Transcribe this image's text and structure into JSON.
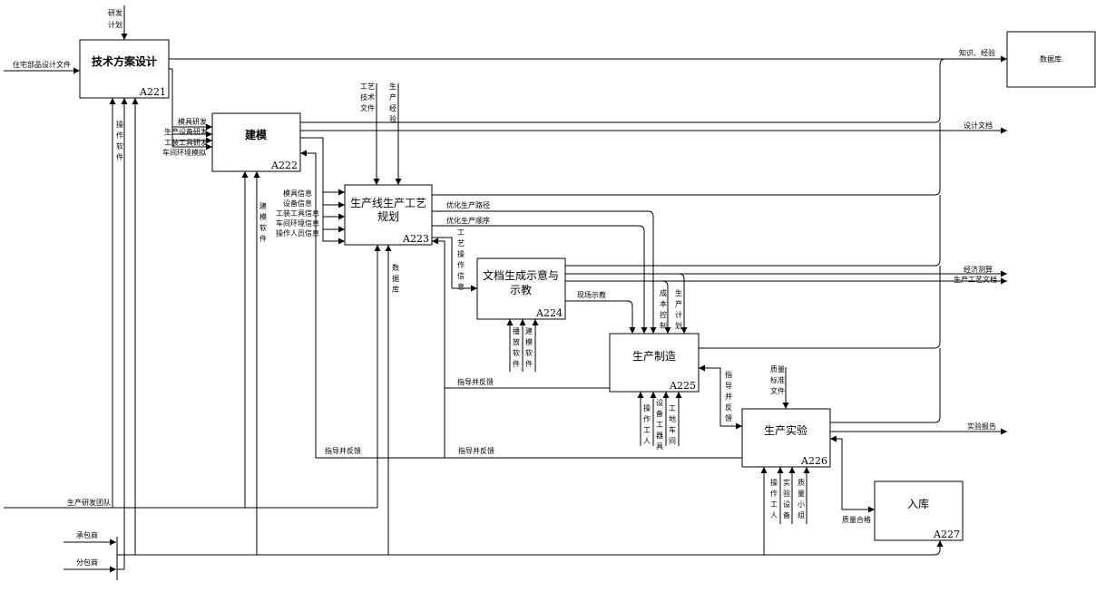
{
  "boxes": {
    "a221": {
      "title": "技术方案设计",
      "code": "A221"
    },
    "a222": {
      "title": "建模",
      "code": "A222"
    },
    "a223": {
      "title_line1": "生产线生产工艺",
      "title_line2": "规划",
      "code": "A223"
    },
    "a224": {
      "title_line1": "文档生成示意与",
      "title_line2": "示教",
      "code": "A224"
    },
    "a225": {
      "title": "生产制造",
      "code": "A225"
    },
    "a226": {
      "title": "生产实验",
      "code": "A226"
    },
    "a227": {
      "title": "入库",
      "code": "A227"
    },
    "db": {
      "title": "数据库"
    }
  },
  "labels": {
    "yanfa_jihua": [
      "研发",
      "计划"
    ],
    "zhuzhai": "住宅部品设计文件",
    "caozuo_ruanjian": [
      "操",
      "作",
      "软",
      "件"
    ],
    "a222_inputs": [
      "模具研发",
      "生产设备研发",
      "工装工具研发",
      "车间环境模拟"
    ],
    "jianmo_ruanjian": [
      "建",
      "模",
      "软",
      "件"
    ],
    "a223_inputs": [
      "模具信息",
      "设备信息",
      "工装工具信息",
      "车间环境信息",
      "操作人员信息"
    ],
    "gongyi_jishu": [
      "工艺",
      "技术",
      "文件"
    ],
    "shengchan_jingyan": [
      "生",
      "产",
      "经",
      "验"
    ],
    "shujuku_v": [
      "数",
      "据",
      "库"
    ],
    "youhua_lujing": "优化生产路径",
    "youhua_shunxu": "优化生产顺序",
    "gongyi_caozuo": [
      "工",
      "艺",
      "操",
      "作",
      "信",
      "息"
    ],
    "xianchang_shijiao": "现场示教",
    "chengben_kongzhi": [
      "成",
      "本",
      "控",
      "制"
    ],
    "shengchan_jihua": [
      "生",
      "产",
      "计",
      "划"
    ],
    "bofang_ruanjian": [
      "播",
      "放",
      "软",
      "件"
    ],
    "jianmo_ruanjian2": [
      "建",
      "模",
      "软",
      "件"
    ],
    "zhidao_1": "指导并反馈",
    "zhidao_2": "指导并反馈",
    "zhidao_3": "指导并反馈",
    "zhidao_v": [
      "指",
      "导",
      "并",
      "反",
      "馈"
    ],
    "caozuo_gongren": [
      "操",
      "作",
      "工",
      "人"
    ],
    "shebei_gongqiju": [
      "设",
      "备",
      "工",
      "器",
      "具"
    ],
    "gongdi_chejian": [
      "工",
      "地",
      "车",
      "间"
    ],
    "zhiliang_biaozhun": [
      "质量",
      "标准",
      "文件"
    ],
    "caozuo_gongren2": [
      "操",
      "作",
      "工",
      "人"
    ],
    "shiyan_shebei": [
      "实",
      "验",
      "设",
      "备"
    ],
    "zhiliang_xiaozu": [
      "质",
      "量",
      "小",
      "组"
    ],
    "zhiliang_hege": "质量合格",
    "zhishi_jingyan": "知识、经验",
    "sheji_wendang": "设计文档",
    "jingji_cesuan": "经济测算",
    "shengchan_gongyi_wendang": "生产工艺文档",
    "shiyan_baogao": "实验报告",
    "shengchan_yanfa_tuandui": "生产研发团队",
    "chengbaoshang": "承包商",
    "fenbaoshang": "分包商"
  }
}
